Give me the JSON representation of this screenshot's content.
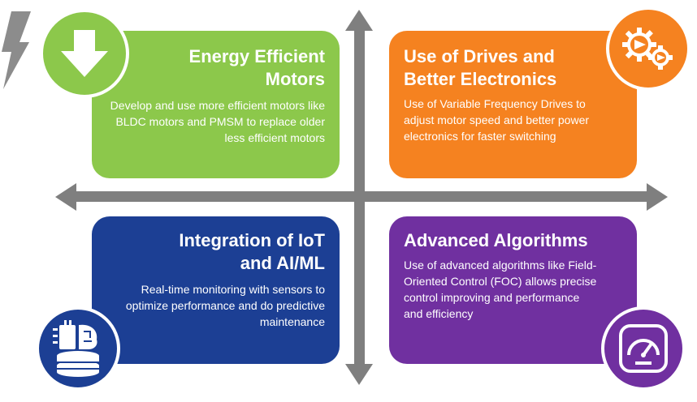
{
  "quadrants": {
    "top_left": {
      "title": "Energy Efficient Motors",
      "description": "Develop and use more efficient motors like BLDC motors and PMSM to replace older less efficient motors",
      "color": "#8cc84b",
      "icon": "download-arrow-icon"
    },
    "top_right": {
      "title": "Use of Drives and Better Electronics",
      "description": "Use of Variable Frequency Drives to adjust motor speed and better power electronics for faster switching",
      "color": "#f58220",
      "icon": "gears-icon"
    },
    "bottom_left": {
      "title": "Integration of IoT and AI/ML",
      "description": "Real-time monitoring with sensors to optimize performance and do predictive maintenance",
      "color": "#1c3f94",
      "icon": "ai-chip-brain-icon"
    },
    "bottom_right": {
      "title": "Advanced Algorithms",
      "description": "Use of advanced algorithms like Field-Oriented Control (FOC) allows precise control improving and performance and efficiency",
      "color": "#7030a0",
      "icon": "speedometer-icon"
    }
  },
  "axis_color": "#7f7f7f"
}
